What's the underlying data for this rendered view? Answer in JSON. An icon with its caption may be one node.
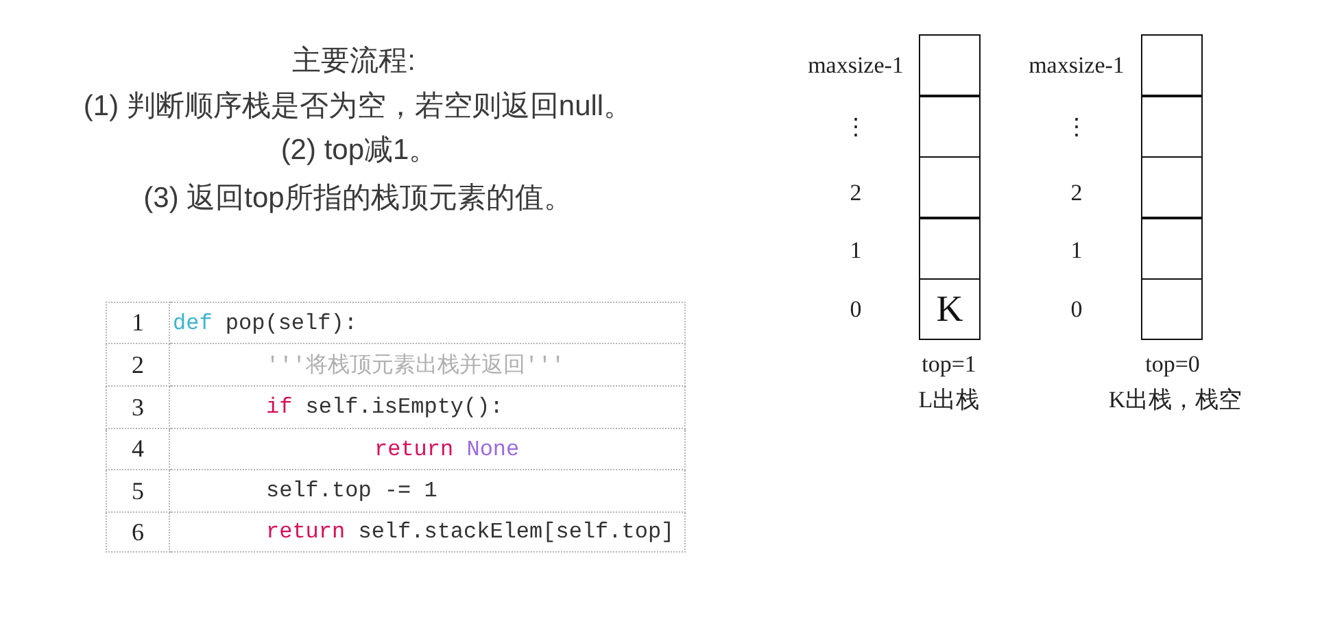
{
  "diagram": {
    "title": "主要流程:",
    "nodes": [
      {
        "text": [],
        "shape": "box",
        "beside": [
          "maxsize-1"
        ]
      },
      {
        "text": [],
        "shape": "box",
        "beside": [
          "⋮"
        ]
      },
      {
        "text": [],
        "shape": "box",
        "beside": [
          "2"
        ]
      },
      {
        "text": [],
        "shape": "box",
        "beside": [
          "1"
        ]
      },
      {
        "text": [
          "K"
        ],
        "beside": [
          "0"
        ]
      },
      {
        "text": [],
        "shape": "box",
        "beside": [
          "maxsize-1"
        ]
      },
      {
        "text": [],
        "shape": "box",
        "beside": [
          "⋮"
        ]
      },
      {
        "text": [],
        "shape": "box",
        "beside": [
          "2"
        ]
      },
      {
        "text": [],
        "shape": "box",
        "beside": [
          "1"
        ]
      },
      {
        "text": [],
        "shape": "box",
        "beside": [
          "0"
        ]
      }
    ],
    "labels": [
      "(1) 判断顺序栈是否为空，若空则返回null。",
      "(2) top减1。",
      "(3) 返回top所指的栈顶元素的值。",
      "1",
      "def pop(self):",
      "2",
      "'''将栈顶元素出栈并返回'''",
      "3",
      "if self.isEmpty():",
      "4",
      "return None",
      "5",
      "self.top -= 1",
      "6",
      "return self.stackElem[self.top]",
      "top=1",
      "L出栈",
      "top=0",
      "K出栈，栈空"
    ]
  }
}
